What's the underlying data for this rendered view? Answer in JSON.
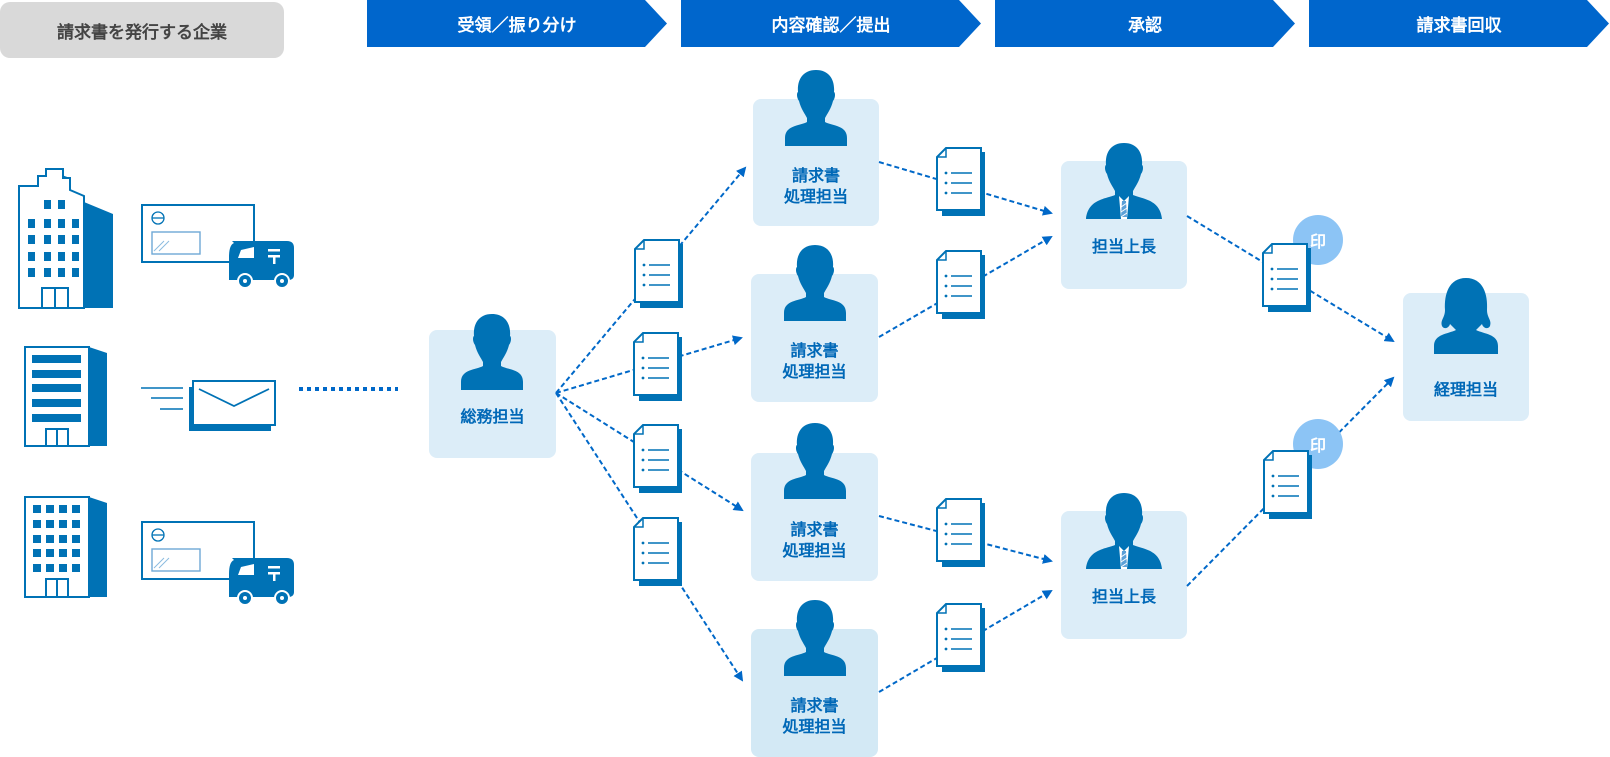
{
  "header": {
    "company_label": "請求書を発行する企業",
    "stages": [
      {
        "label": "受領／振り分け"
      },
      {
        "label": "内容確認／提出"
      },
      {
        "label": "承認"
      },
      {
        "label": "請求書回収"
      }
    ]
  },
  "colors": {
    "stage_bg": "#0066cc",
    "company_bg": "#d9d9d9",
    "node_bg": "#dcedf8",
    "icon_blue": "#0072b5",
    "text_blue": "#0068b7",
    "seal_bg": "#8cc4f5"
  },
  "senders": [
    {
      "building": "office-tower-icon",
      "delivery": "mail-truck-icon"
    },
    {
      "building": "office-building-icon",
      "delivery": "fast-mail-envelope-icon"
    },
    {
      "building": "office-grid-building-icon",
      "delivery": "mail-truck-icon"
    }
  ],
  "nodes": {
    "general_affairs": {
      "label": "総務担当"
    },
    "processors": [
      {
        "line1": "請求書",
        "line2": "処理担当"
      },
      {
        "line1": "請求書",
        "line2": "処理担当"
      },
      {
        "line1": "請求書",
        "line2": "処理担当"
      },
      {
        "line1": "請求書",
        "line2": "処理担当"
      }
    ],
    "supervisors": [
      {
        "label": "担当上長"
      },
      {
        "label": "担当上長"
      }
    ],
    "accounting": {
      "label": "経理担当"
    }
  },
  "seal": {
    "label": "印"
  }
}
